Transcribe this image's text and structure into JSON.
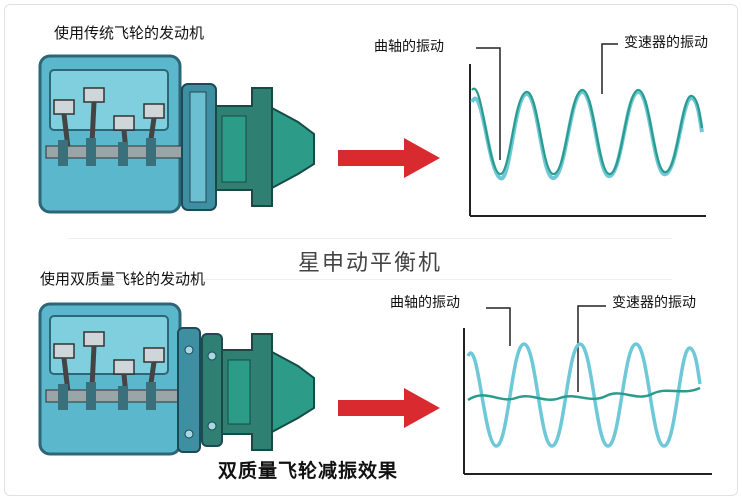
{
  "top": {
    "engine_label": "使用传统飞轮的发动机",
    "crank_label": "曲轴的振动",
    "trans_label": "变速器的振动"
  },
  "bottom": {
    "engine_label": "使用双质量飞轮的发动机",
    "crank_label": "曲轴的振动",
    "trans_label": "变速器的振动"
  },
  "watermark": "星申动平衡机",
  "caption": "双质量飞轮减振效果",
  "colors": {
    "engine_body": "#5ab7cc",
    "engine_outline": "#2d6677",
    "transmission": "#2c9c88",
    "arrow": "#d92a2f",
    "wave_crank": "#6fc8d8",
    "wave_trans": "#2a9b8c"
  }
}
